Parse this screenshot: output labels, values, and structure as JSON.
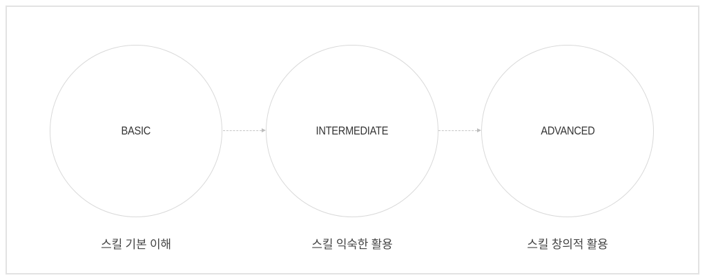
{
  "diagram": {
    "type": "flow",
    "stages": [
      {
        "label": "BASIC",
        "caption": "스킬 기본 이해"
      },
      {
        "label": "INTERMEDIATE",
        "caption": "스킬 익숙한 활용"
      },
      {
        "label": "ADVANCED",
        "caption": "스킬 창의적 활용"
      }
    ],
    "connectors": [
      {
        "from": "BASIC",
        "to": "INTERMEDIATE",
        "style": "dashed-arrow"
      },
      {
        "from": "INTERMEDIATE",
        "to": "ADVANCED",
        "style": "dashed-arrow"
      }
    ],
    "colors": {
      "frame_border": "#e2e2e2",
      "circle_border": "#d9d9d9",
      "arrow": "#c4c4c4",
      "label_text": "#333333",
      "caption_text": "#444444"
    }
  }
}
